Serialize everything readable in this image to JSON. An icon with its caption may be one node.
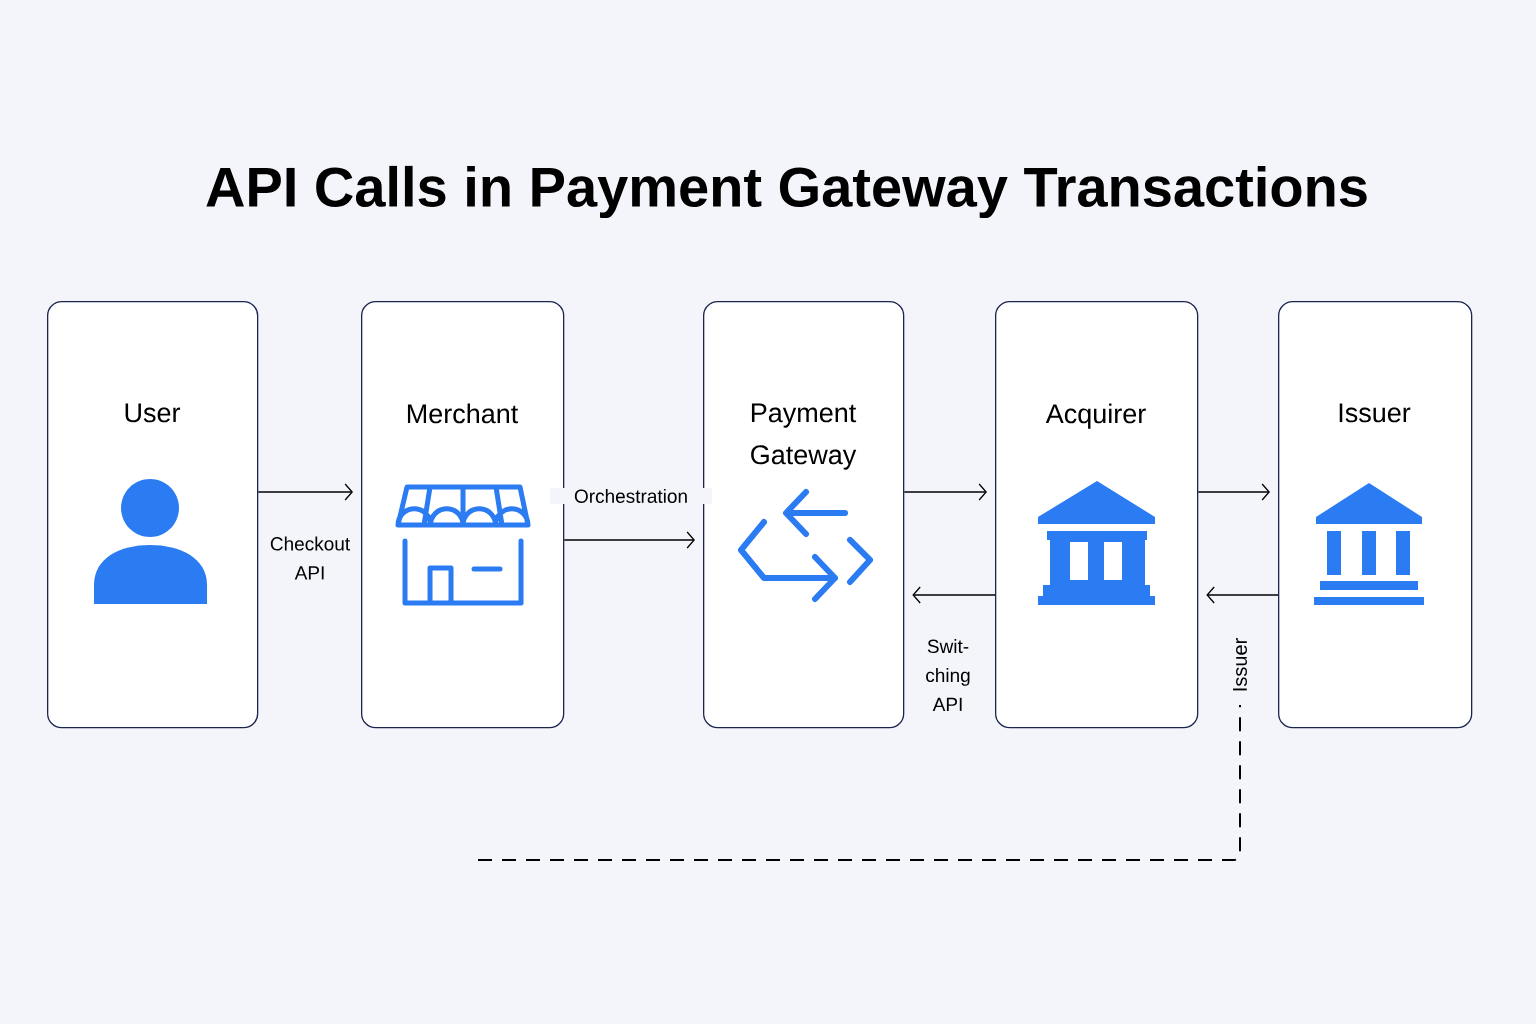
{
  "diagram": {
    "title": "API Calls in Payment Gateway Transactions",
    "nodes": [
      {
        "text": [
          "User"
        ]
      },
      {
        "text": [
          "Merchant"
        ]
      },
      {
        "text": [
          "Payment Gateway"
        ]
      },
      {
        "text": [
          "Acquirer"
        ]
      },
      {
        "text": [
          "Issuer"
        ]
      }
    ],
    "edges": [
      {
        "from": 0,
        "to": 1,
        "arrow": "to",
        "label": "Checkout API"
      },
      {
        "from": 1,
        "to": 2,
        "arrow": "to",
        "label": "Orchestration"
      },
      {
        "from": 2,
        "to": 3,
        "arrow": "to"
      },
      {
        "from": 3,
        "to": 2,
        "arrow": "to",
        "label": "Swit- ching API"
      },
      {
        "from": 3,
        "to": 4,
        "arrow": "to"
      },
      {
        "from": 4,
        "to": 3,
        "arrow": "to"
      }
    ],
    "labels": [
      "Issuer"
    ]
  }
}
